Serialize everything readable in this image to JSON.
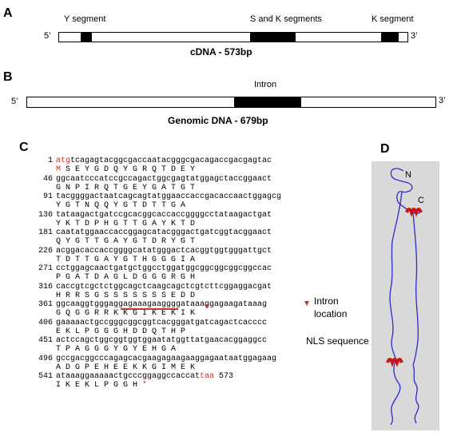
{
  "panelA": {
    "letter": "A",
    "y_label": "Y segment",
    "sk_label": "S and K segments",
    "k_label": "K segment",
    "five": "5’",
    "three": "3’",
    "caption": "cDNA - 573bp"
  },
  "panelB": {
    "letter": "B",
    "intron_label": "Intron",
    "five": "5’",
    "three": "3’",
    "caption": "Genomic DNA - 679bp"
  },
  "panelC": {
    "letter": "C",
    "rows": [
      {
        "num": "1",
        "seq": "atgtcagagtacggcgaccaatacgggcgacagaccgacgagtac",
        "aa": "M S E Y G D Q Y G R Q T D E Y",
        "start": true
      },
      {
        "num": "46",
        "seq": "ggcaatcccatccgccagactggcgagtatggagctaccggaact",
        "aa": "G N P I R Q T G E Y G A T G T"
      },
      {
        "num": "91",
        "seq": "tacggggactaatcagcagtatggaaccaccgacaccaactggagcg",
        "aa": "Y G T N Q Q Y G T D T T G A"
      },
      {
        "num": "136",
        "seq": "tataagactgatccgcacggcaccaccggggcctataagactgat",
        "aa": "Y K T D P H G T T G A Y K T D"
      },
      {
        "num": "181",
        "seq": "caatatggaaccaccggagcatacgggactgatcggtacggaact",
        "aa": "Q Y G T T G A Y G T D R Y G T"
      },
      {
        "num": "226",
        "seq": "acggacaccaccggggcatatgggactcacggtggtgggattgct",
        "aa": "T D T T G A Y G T H G G G I A"
      },
      {
        "num": "271",
        "seq": "cctggagcaactgatgctggcctggatggcggcggcggcggccac",
        "aa": "P G A T D A G L D G G G R G H"
      },
      {
        "num": "316",
        "seq": "caccgtcgctctggcagctcaagcagctcgtcttcggaggacgat",
        "aa": "H R R S G S S S S S S S E D D"
      },
      {
        "num": "361",
        "seq": "ggcaaggtgggaggagaaagaaggggataaaggagaagataaag",
        "aa": "G Q G G R R K K G I K E K I K"
      },
      {
        "num": "406",
        "seq": "gaaaaactgccgggcggcggtcacgggatgatcagactcacccc",
        "aa": "E K L P G G G H D D Q T H P"
      },
      {
        "num": "451",
        "seq": "actccagctggcggtggtggaatatggttatgaacacggaggcc",
        "aa": "T P A G G G Y G Y E H G A"
      },
      {
        "num": "496",
        "seq": "gccgacggcccagagcacgaagagaagaaggagaataatggagaag",
        "aa": "A D G P E H E E K K G I M E K"
      },
      {
        "num": "541",
        "seq": "ataaaggaaaaactgcccggaggccaccattaa",
        "stop": "taa",
        "end": "573",
        "aa": "I K E K L P G G H *"
      }
    ],
    "intron_location_label_1": "Intron",
    "intron_location_label_2": "location",
    "nls_label": "NLS sequence"
  },
  "panelD": {
    "letter": "D",
    "n_label": "N",
    "c_label": "C"
  },
  "colors": {
    "accent_red": "#c0392b",
    "protein_blue": "#2a2ad0",
    "helix_red": "#c81414",
    "panel_grey": "#d9d9d9"
  }
}
